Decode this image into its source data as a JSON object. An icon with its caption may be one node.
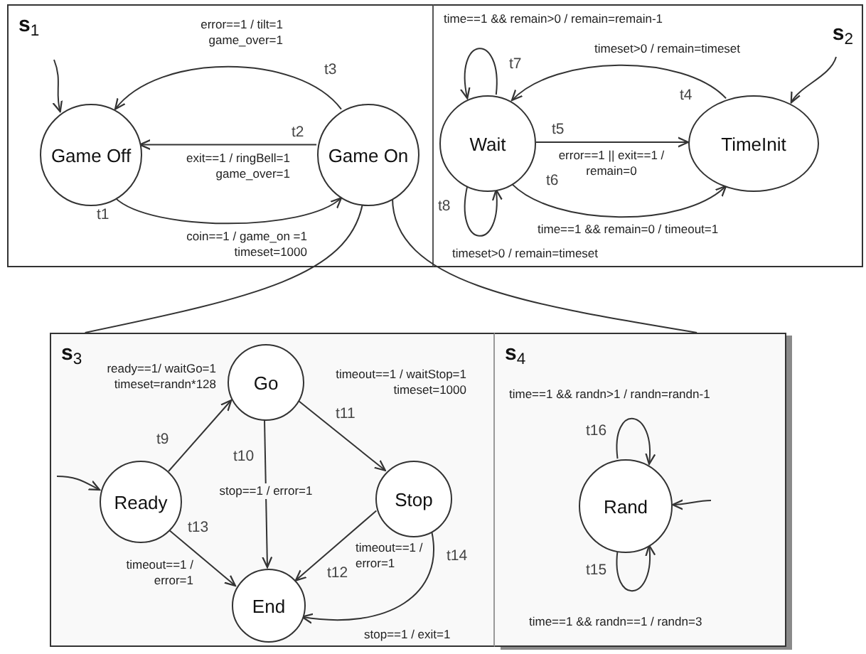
{
  "diagram": {
    "nodes": [
      {
        "text": [
          "**s**$_{1}$"
        ]
      },
      {
        "text": [
          "Game Off"
        ],
        "in": 0
      },
      {
        "text": [
          "Game On"
        ],
        "in": 0
      },
      {
        "text": [
          "**s**$_{2}$"
        ]
      },
      {
        "text": [
          "Wait"
        ],
        "in": 3
      },
      {
        "text": [
          "TimeInit"
        ],
        "in": 3
      },
      {
        "text": [
          "**s**$_{3}$"
        ]
      },
      {
        "text": [
          "Go"
        ],
        "in": 6
      },
      {
        "text": [
          "Ready"
        ],
        "in": 6
      },
      {
        "text": [
          "Stop"
        ],
        "in": 6
      },
      {
        "text": [
          "End"
        ],
        "in": 6
      },
      {
        "text": [
          "**s**$_{4}$"
        ]
      },
      {
        "text": [
          "Rand"
        ],
        "in": 11
      }
    ],
    "edges": [
      {
        "from": 1,
        "to": 2,
        "arrow": "to",
        "label": "coin==1 / game_on =1 timeset=1000"
      },
      {
        "from": 2,
        "to": 1,
        "arrow": "to",
        "label": "exit==1 / ringBell=1 game_over=1"
      },
      {
        "from": 2,
        "to": 1,
        "arrow": "to",
        "label": "error==1 / tilt=1 game_over=1"
      },
      {
        "from": null,
        "to": 1,
        "arrow": "to"
      },
      {
        "from": 5,
        "to": 4,
        "arrow": "to",
        "label": "timeset>0 / remain=timeset"
      },
      {
        "from": 4,
        "to": 5,
        "arrow": "to",
        "label": "error==1 || exit==1 / remain=0"
      },
      {
        "from": 4,
        "to": 5,
        "arrow": "to",
        "label": "time==1 && remain=0 / timeout=1"
      },
      {
        "from": 4,
        "to": 4,
        "arrow": "to",
        "label": "time==1 && remain>0 / remain=remain-1"
      },
      {
        "from": 4,
        "to": 4,
        "arrow": "to",
        "label": "timeset>0 / remain=timeset"
      },
      {
        "from": null,
        "to": 5,
        "arrow": "to"
      },
      {
        "from": 2,
        "to": 6,
        "arrow": "none"
      },
      {
        "from": 2,
        "to": 11,
        "arrow": "none"
      },
      {
        "from": 8,
        "to": 7,
        "arrow": "to",
        "label": "ready==1/ waitGo=1 timeset=randn*128"
      },
      {
        "from": 7,
        "to": 10,
        "arrow": "to",
        "label": "stop==1 / error=1"
      },
      {
        "from": 7,
        "to": 9,
        "arrow": "to",
        "label": "timeout==1 / waitStop=1 timeset=1000"
      },
      {
        "from": 9,
        "to": 10,
        "arrow": "to",
        "label": "timeout==1 / error=1"
      },
      {
        "from": 8,
        "to": 10,
        "arrow": "to",
        "label": "timeout==1 / error=1"
      },
      {
        "from": 9,
        "to": 10,
        "arrow": "to",
        "label": "stop==1 / exit=1"
      },
      {
        "from": null,
        "to": 8,
        "arrow": "to"
      },
      {
        "from": 12,
        "to": 12,
        "arrow": "to",
        "label": "time==1 && randn>1 / randn=randn-1"
      },
      {
        "from": 12,
        "to": 12,
        "arrow": "to",
        "label": "time==1 && randn==1 / randn=3"
      },
      {
        "from": null,
        "to": 12,
        "arrow": "to"
      }
    ],
    "labels": [
      "t3",
      "t2",
      "t1",
      "t7",
      "t4",
      "t5",
      "t6",
      "t8",
      "t9",
      "t10",
      "t11",
      "t13",
      "t12",
      "t14",
      "t16",
      "t15"
    ]
  }
}
